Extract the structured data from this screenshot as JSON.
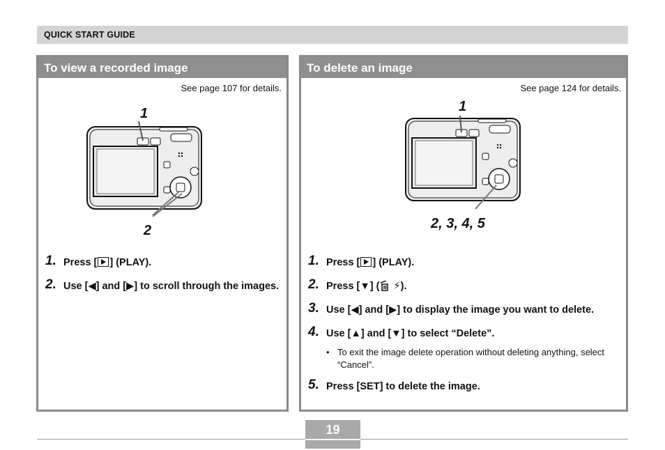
{
  "header": {
    "title": "QUICK START GUIDE"
  },
  "left": {
    "title": "To view a recorded image",
    "see_page": "See page 107 for details.",
    "callouts": [
      "1",
      "2"
    ],
    "steps": [
      {
        "num": "1.",
        "pre": "Press [",
        "post": "] (PLAY)."
      },
      {
        "num": "2.",
        "text": "Use [◀] and [▶] to scroll through the images."
      }
    ]
  },
  "right": {
    "title": "To delete an image",
    "see_page": "See page 124 for details.",
    "callouts": [
      "1",
      "2, 3, 4, 5"
    ],
    "steps": [
      {
        "num": "1.",
        "pre": "Press [",
        "post": "] (PLAY)."
      },
      {
        "num": "2.",
        "pre": "Press [▼] (",
        "post": " ⚡︎)."
      },
      {
        "num": "3.",
        "text": "Use [◀] and [▶] to display the image you want to delete."
      },
      {
        "num": "4.",
        "text": "Use [▲] and [▼] to select “Delete”."
      },
      {
        "num": "5.",
        "text": "Press [SET] to delete the image."
      }
    ],
    "note": "To exit the image delete operation without deleting anything, select “Cancel”."
  },
  "icons": {
    "play": "play-icon",
    "trash": "trash-icon",
    "flash": "flash-icon"
  },
  "page_number": "19"
}
